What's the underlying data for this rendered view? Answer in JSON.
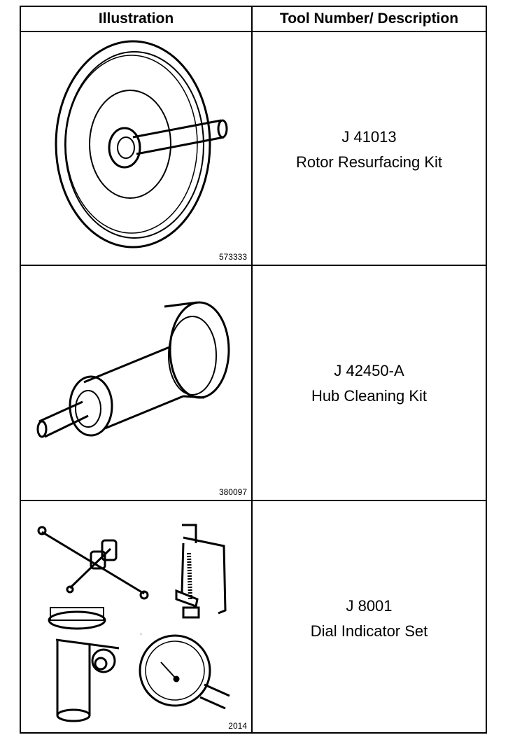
{
  "table": {
    "headers": [
      "Illustration",
      "Tool Number/ Description"
    ],
    "rows": [
      {
        "tool_number": "J 41013",
        "description": "Rotor Resurfacing Kit",
        "figure_id": "573333",
        "illustration": "rotor-resurfacing-kit-icon"
      },
      {
        "tool_number": "J 42450-A",
        "description": "Hub Cleaning Kit",
        "figure_id": "380097",
        "illustration": "hub-cleaning-kit-icon"
      },
      {
        "tool_number": "J 8001",
        "description": "Dial Indicator Set",
        "figure_id": "2014",
        "illustration": "dial-indicator-set-icon"
      }
    ]
  }
}
